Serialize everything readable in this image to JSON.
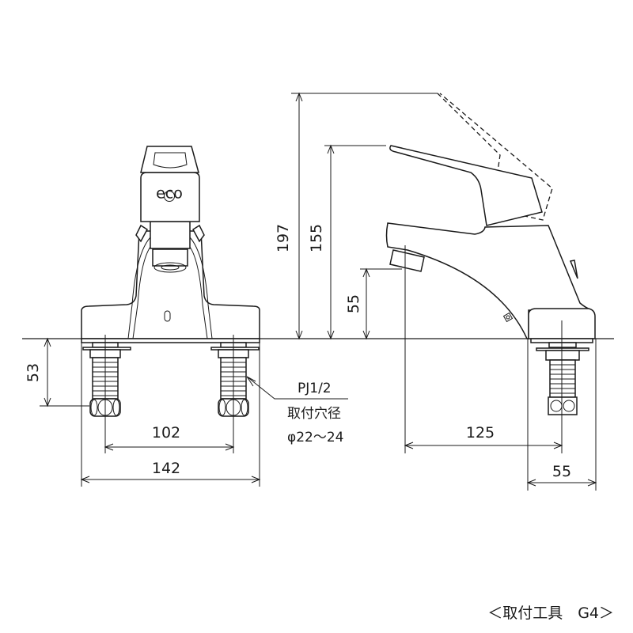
{
  "dimensions": {
    "front_height_supply": "53",
    "hole_pitch": "102",
    "base_width": "142",
    "total_height_lever_up": "197",
    "total_height": "155",
    "spout_height": "55",
    "spout_reach": "125",
    "base_depth": "55"
  },
  "annotations": {
    "connection": "PJ1/2",
    "mounting_hole_label": "取付穴径",
    "mounting_hole_value": "φ22～24",
    "eco_badge": "eco"
  },
  "footer": {
    "tool_label": "＜取付工具　G4＞"
  }
}
